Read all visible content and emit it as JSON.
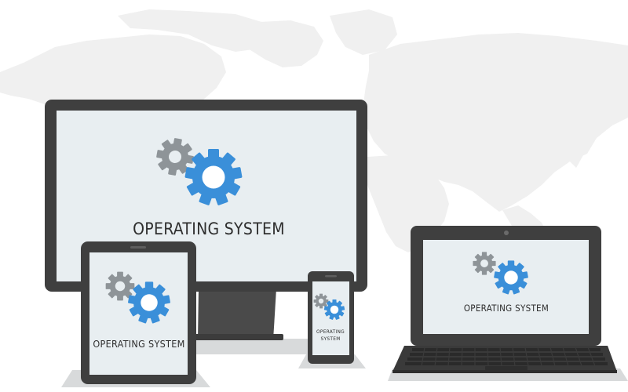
{
  "illustration": {
    "desktop": {
      "screen_text": "OPERATING SYSTEM"
    },
    "tablet": {
      "screen_text": "OPERATING SYSTEM"
    },
    "phone": {
      "screen_text_line1": "OPERATING",
      "screen_text_line2": "SYSTEM"
    },
    "laptop": {
      "screen_text": "OPERATING SYSTEM"
    }
  },
  "colors": {
    "background": "#ffffff",
    "world_map": "#f0f0f0",
    "device_frame": "#3f3f3f",
    "screen": "#e8eef1",
    "gear_blue": "#3a8fd9",
    "gear_gray": "#8e9498",
    "shadow": "#d8dadb",
    "text": "#2e2e2e"
  },
  "icons": [
    "world-map",
    "gear-icon"
  ]
}
